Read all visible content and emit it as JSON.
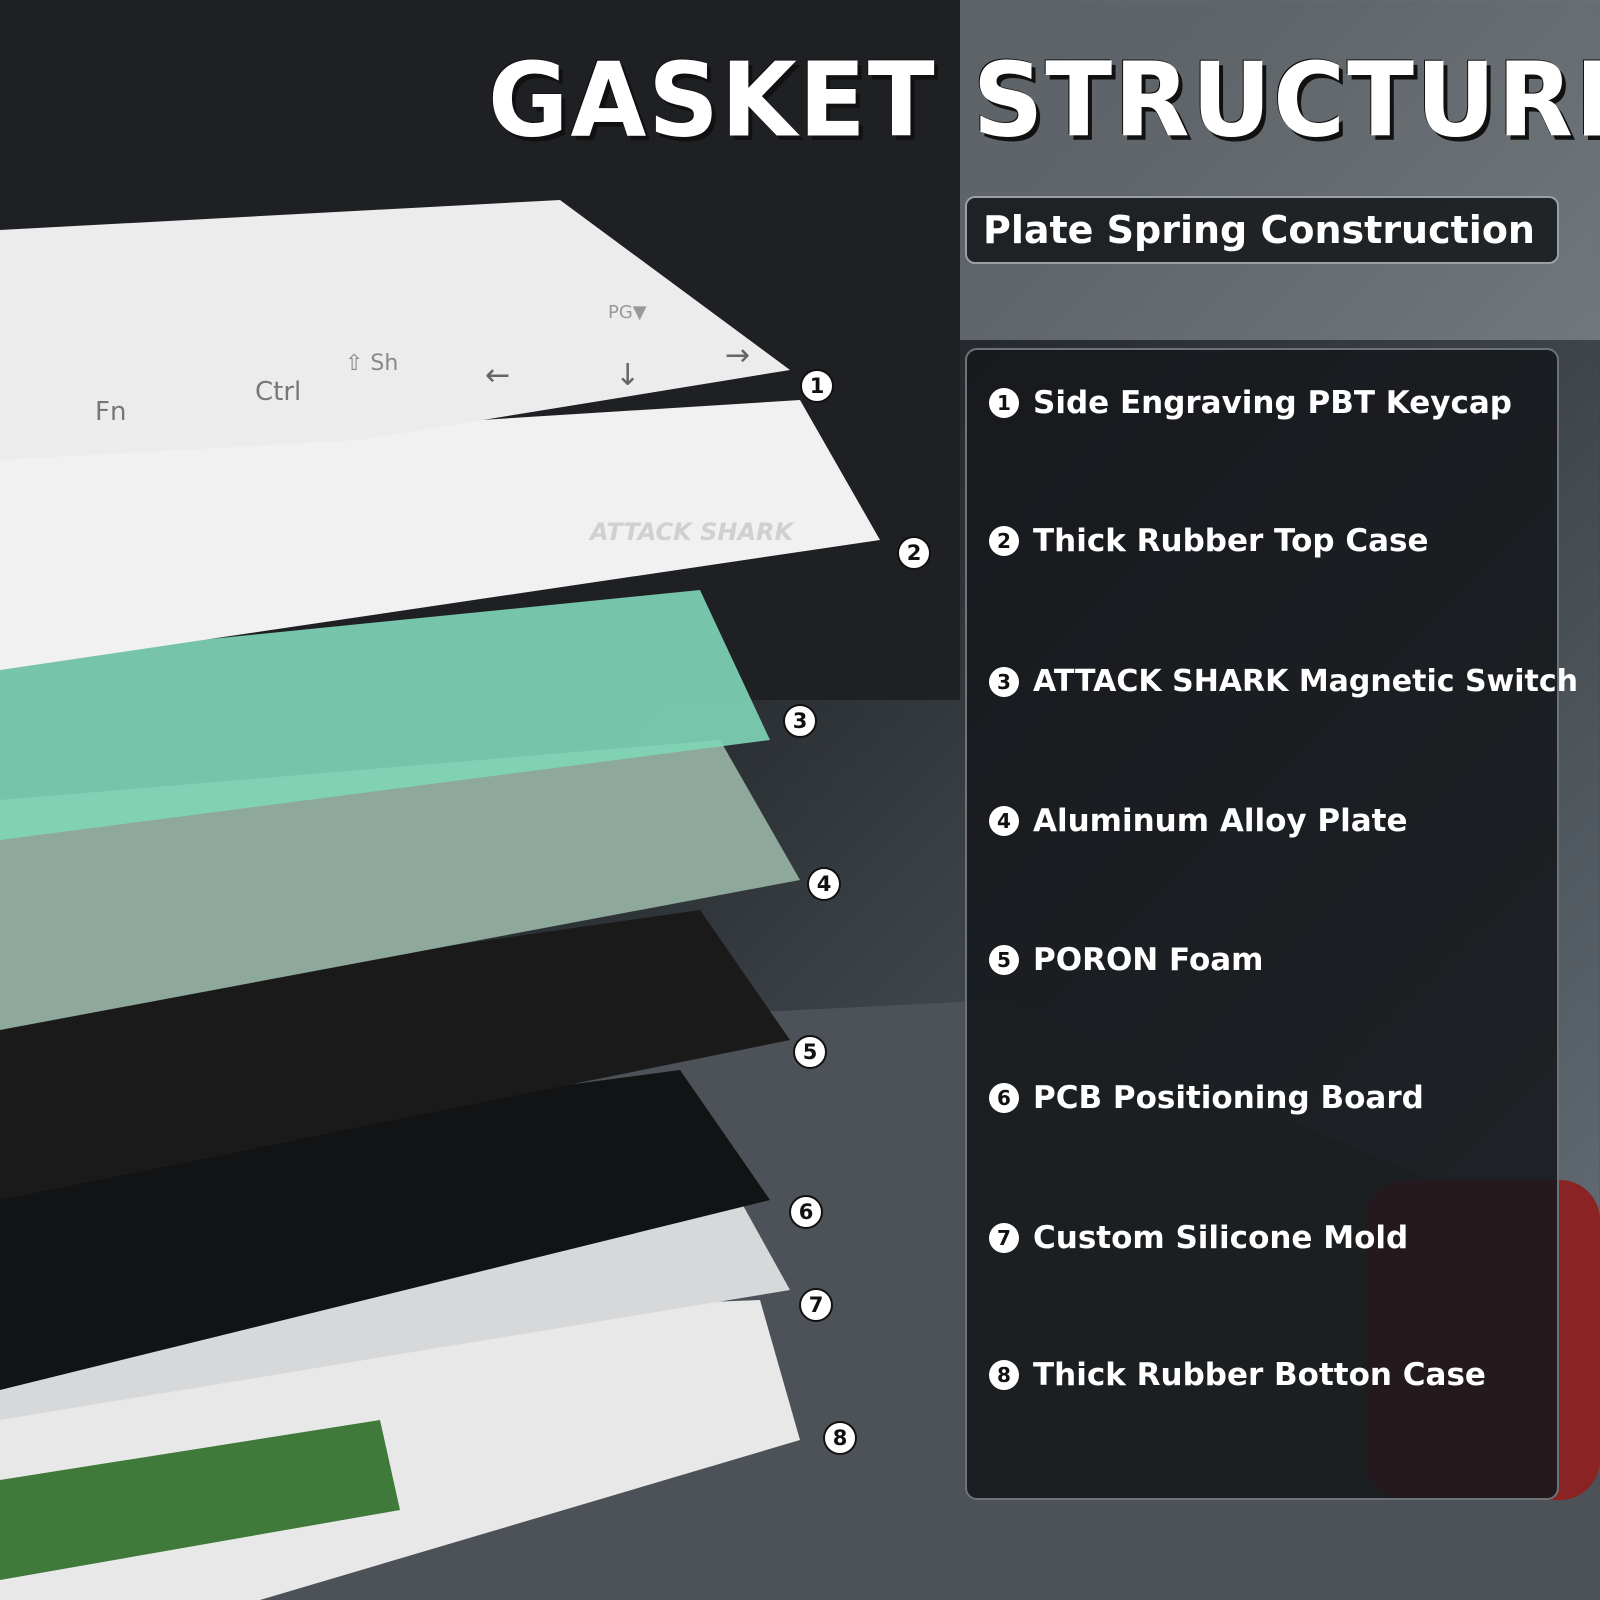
{
  "title": "GASKET STRUCTURE",
  "subtitle": "Plate Spring Construction",
  "components": [
    {
      "num": "1",
      "label": "Side Engraving PBT Keycap"
    },
    {
      "num": "2",
      "label": "Thick Rubber Top Case"
    },
    {
      "num": "3",
      "label": "ATTACK SHARK Magnetic Switch"
    },
    {
      "num": "4",
      "label": "Aluminum Alloy Plate"
    },
    {
      "num": "5",
      "label": "PORON Foam"
    },
    {
      "num": "6",
      "label": "PCB Positioning Board"
    },
    {
      "num": "7",
      "label": "Custom Silicone Mold"
    },
    {
      "num": "8",
      "label": "Thick Rubber Botton Case"
    }
  ],
  "keycap_legends": [
    "Fn",
    "Ctrl",
    "⇧ Sh",
    "←",
    "↓",
    "→",
    "PG▼"
  ],
  "brand_engraving": "ATTACK SHARK",
  "colors": {
    "switch_green": "#7fd6b8",
    "plate": "#8fa89c",
    "keycap": "#eeeeee",
    "panel_bg": "#16181b"
  }
}
